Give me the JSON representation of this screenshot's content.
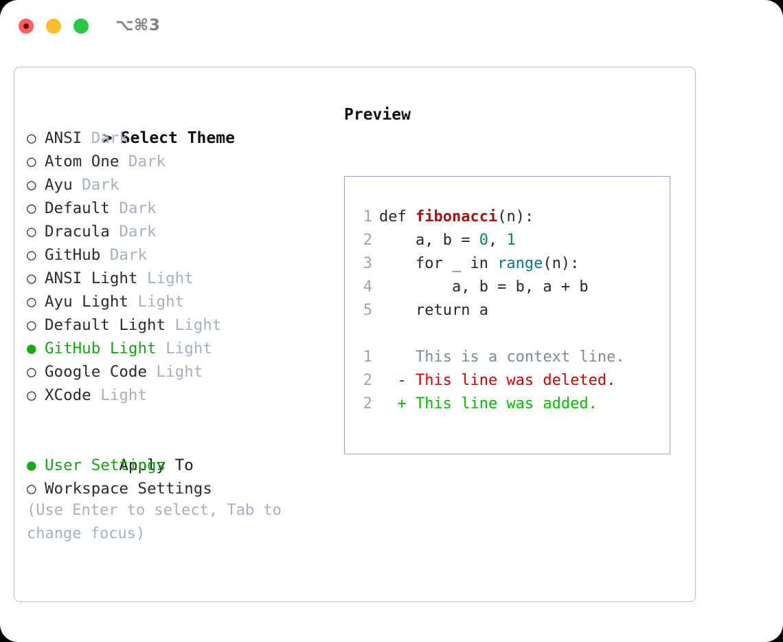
{
  "titlebar": {
    "shortcut": "⌥⌘3",
    "buttons": {
      "close": "close-button",
      "minimize": "minimize-button",
      "maximize": "maximize-button"
    }
  },
  "theme_picker": {
    "header_prefix": ">",
    "header": "Select Theme",
    "marker_unselected": "○",
    "marker_selected": "●",
    "items": [
      {
        "name": "ANSI",
        "variant": "Dark",
        "selected": false
      },
      {
        "name": "Atom One",
        "variant": "Dark",
        "selected": false
      },
      {
        "name": "Ayu",
        "variant": "Dark",
        "selected": false
      },
      {
        "name": "Default",
        "variant": "Dark",
        "selected": false
      },
      {
        "name": "Dracula",
        "variant": "Dark",
        "selected": false
      },
      {
        "name": "GitHub",
        "variant": "Dark",
        "selected": false
      },
      {
        "name": "ANSI Light",
        "variant": "Light",
        "selected": false
      },
      {
        "name": "Ayu Light",
        "variant": "Light",
        "selected": false
      },
      {
        "name": "Default Light",
        "variant": "Light",
        "selected": false
      },
      {
        "name": "GitHub Light",
        "variant": "Light",
        "selected": true
      },
      {
        "name": "Google Code",
        "variant": "Light",
        "selected": false
      },
      {
        "name": "XCode",
        "variant": "Light",
        "selected": false
      }
    ]
  },
  "apply_to": {
    "header": "Apply To",
    "options": [
      {
        "label": "User Settings",
        "selected": true
      },
      {
        "label": "Workspace Settings",
        "selected": false
      }
    ]
  },
  "help": {
    "line1": "(Use Enter to select, Tab to",
    "line2": "change focus)"
  },
  "preview": {
    "title": "Preview",
    "code_lines": [
      {
        "num": "1",
        "tokens": [
          {
            "t": "def ",
            "c": "plain"
          },
          {
            "t": "fibonacci",
            "c": "fn"
          },
          {
            "t": "(n):",
            "c": "plain"
          }
        ]
      },
      {
        "num": "2",
        "tokens": [
          {
            "t": "    a, b = ",
            "c": "plain"
          },
          {
            "t": "0",
            "c": "num"
          },
          {
            "t": ", ",
            "c": "plain"
          },
          {
            "t": "1",
            "c": "num"
          }
        ]
      },
      {
        "num": "3",
        "tokens": [
          {
            "t": "    for _ in ",
            "c": "plain"
          },
          {
            "t": "range",
            "c": "build"
          },
          {
            "t": "(n):",
            "c": "plain"
          }
        ]
      },
      {
        "num": "4",
        "tokens": [
          {
            "t": "        a, b = b, a + b",
            "c": "plain"
          }
        ]
      },
      {
        "num": "5",
        "tokens": [
          {
            "t": "    return a",
            "c": "plain"
          }
        ]
      }
    ],
    "diff_lines": [
      {
        "num": "1",
        "mark": " ",
        "text": "This is a context line.",
        "kind": "ctx"
      },
      {
        "num": "2",
        "mark": "-",
        "text": "This line was deleted.",
        "kind": "del"
      },
      {
        "num": "2",
        "mark": "+",
        "text": "This line was added.",
        "kind": "add"
      }
    ]
  },
  "colors": {
    "accent_green": "#16a416",
    "muted": "#a6b0bf",
    "border": "#b9c0cc",
    "preview_border": "#9aa5b4",
    "diff_add": "#00bb00",
    "diff_del": "#cc0000",
    "fn": "#a31515",
    "num": "#098658",
    "builtin": "#0d7490"
  }
}
